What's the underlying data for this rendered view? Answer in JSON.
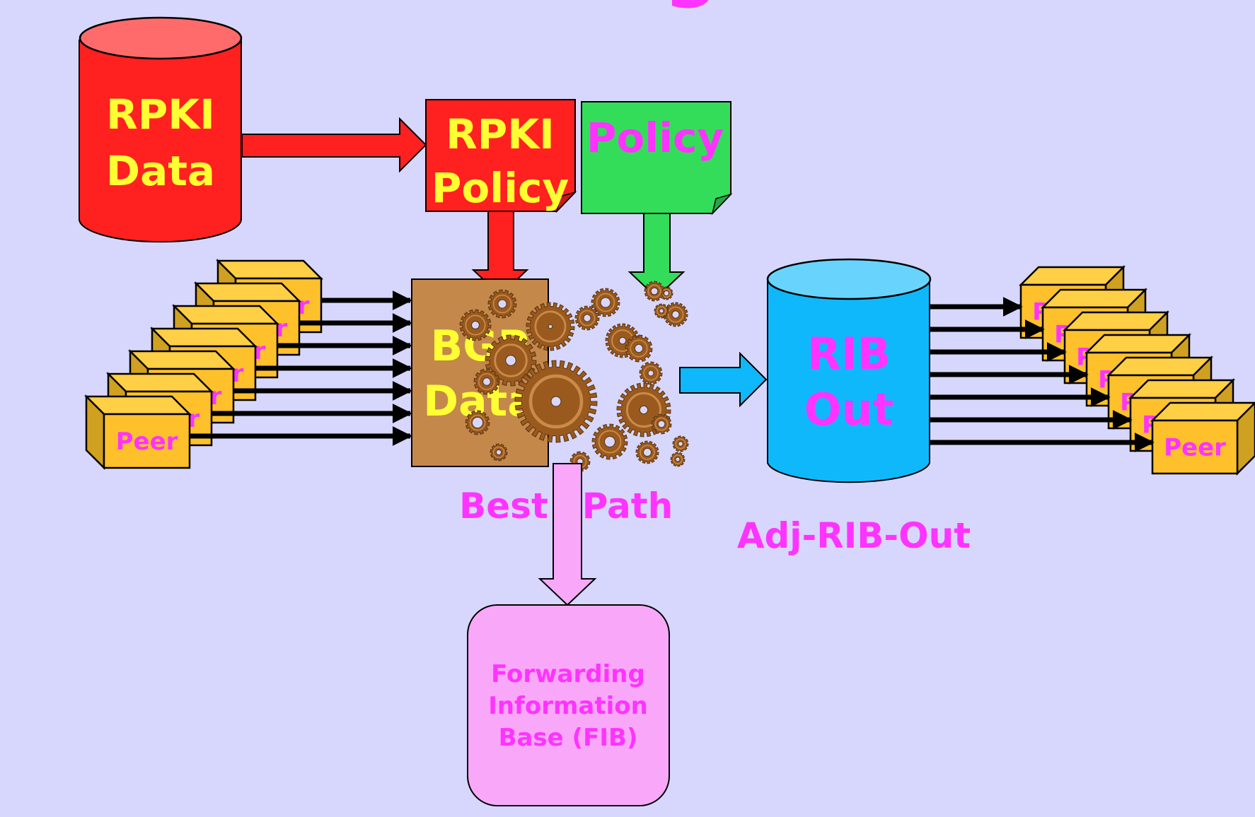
{
  "colors": {
    "background": "#d7d7fd",
    "rpki_red": "#ff2020",
    "rpki_red_top": "#ff6b6b",
    "policy_green": "#33dd5a",
    "bgp_brown": "#c4884b",
    "rib_blue": "#0fb8fb",
    "rib_blue_top": "#68d4fd",
    "fib_pink": "#f9a8f9",
    "peer_gold": "#fec12b",
    "peer_gold_top": "#ffcf45",
    "peer_gold_side": "#d0a020",
    "text_yellow": "#ffff33",
    "text_magenta": "#ff33ff",
    "gear_rust": "#9a5a1e"
  },
  "title_fragment": "g",
  "rpki_data": {
    "line1": "RPKI",
    "line2": "Data"
  },
  "rpki_policy": {
    "line1": "RPKI",
    "line2": "Policy"
  },
  "policy": {
    "label": "Policy"
  },
  "bgp_data": {
    "line1": "BGP",
    "line2": "Data"
  },
  "rib_out": {
    "line1": "RIB",
    "line2": "Out"
  },
  "best_path": {
    "word1": "Best",
    "word2": "Path"
  },
  "adj_rib_out_label": "Adj-RIB-Out",
  "fib": {
    "line1": "Forwarding",
    "line2": "Information",
    "line3": "Base (FIB)"
  },
  "inbound_peers": {
    "count": 7,
    "label": "Peer"
  },
  "outbound_peers": {
    "count": 7,
    "label": "Peer"
  },
  "icons": {
    "rpki_data": "database-cylinder-icon",
    "rib_out": "database-cylinder-icon",
    "policy_docs": "document-page-icon",
    "processing": "gears-icon",
    "peers": "box-3d-icon"
  }
}
